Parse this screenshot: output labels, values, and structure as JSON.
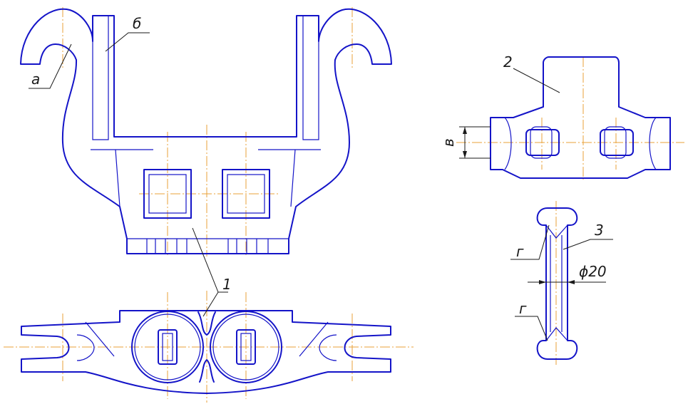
{
  "labels": {
    "a": "а",
    "b": "б",
    "v": "в",
    "g_top": "г",
    "g_bottom": "г",
    "part1": "1",
    "part2": "2",
    "part3": "3",
    "diameter": "ϕ20"
  },
  "colors": {
    "outline": "#1414c8",
    "axis": "#e8a23a",
    "leader": "#1a1a1a"
  }
}
